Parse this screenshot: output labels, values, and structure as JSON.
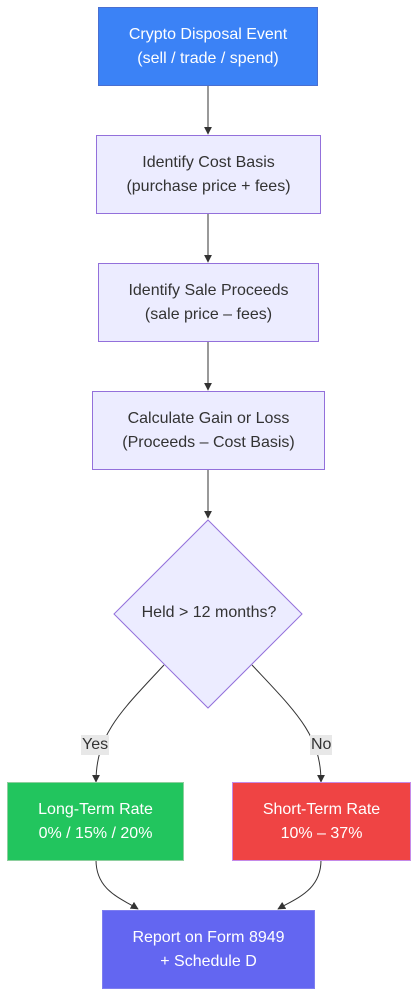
{
  "nodes": {
    "disposal": {
      "line1": "Crypto Disposal Event",
      "line2": "(sell / trade / spend)",
      "color": "#3B82F6"
    },
    "cost_basis": {
      "line1": "Identify Cost Basis",
      "line2": "(purchase price + fees)"
    },
    "proceeds": {
      "line1": "Identify Sale Proceeds",
      "line2": "(sale price – fees)"
    },
    "gain_loss": {
      "line1": "Calculate Gain or Loss",
      "line2": "(Proceeds – Cost Basis)"
    },
    "decision": {
      "label": "Held > 12 months?"
    },
    "long_term": {
      "line1": "Long-Term Rate",
      "line2": "0% / 15% / 20%",
      "color": "#22C55E"
    },
    "short_term": {
      "line1": "Short-Term Rate",
      "line2": "10% – 37%",
      "color": "#EF4444"
    },
    "report": {
      "line1": "Report on Form 8949",
      "line2": "+ Schedule D",
      "color": "#6366F1"
    }
  },
  "edges": {
    "yes_label": "Yes",
    "no_label": "No"
  }
}
